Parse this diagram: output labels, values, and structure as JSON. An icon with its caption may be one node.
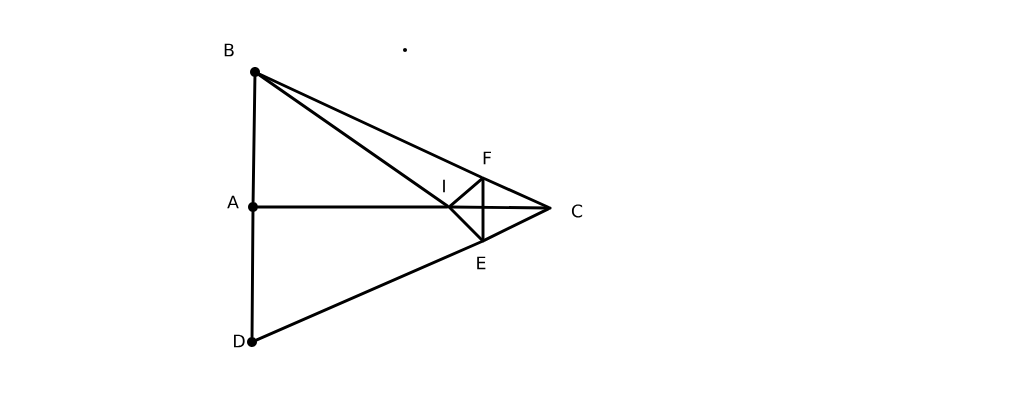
{
  "diagram": {
    "nodes": [
      {
        "text": [],
        "shape": "circle",
        "beside": [
          "B"
        ]
      },
      {
        "text": [],
        "shape": "circle",
        "beside": [
          "A"
        ]
      },
      {
        "text": [],
        "shape": "circle",
        "beside": [
          "D"
        ]
      },
      {
        "text": [],
        "shape": "point",
        "beside": [
          "C"
        ]
      },
      {
        "text": [],
        "shape": "point",
        "beside": [
          "F"
        ]
      },
      {
        "text": [],
        "shape": "point",
        "beside": [
          "E"
        ]
      },
      {
        "text": [],
        "shape": "point",
        "beside": [
          "I"
        ]
      }
    ],
    "edges": [
      {
        "from": 0,
        "to": 1,
        "arrow": "none"
      },
      {
        "from": 1,
        "to": 2,
        "arrow": "none"
      },
      {
        "from": 0,
        "to": 4,
        "arrow": "none"
      },
      {
        "from": 4,
        "to": 3,
        "arrow": "none"
      },
      {
        "from": 2,
        "to": 5,
        "arrow": "none"
      },
      {
        "from": 5,
        "to": 3,
        "arrow": "none"
      },
      {
        "from": 1,
        "to": 6,
        "arrow": "none"
      },
      {
        "from": 6,
        "to": 3,
        "arrow": "none"
      },
      {
        "from": 0,
        "to": 6,
        "arrow": "none"
      },
      {
        "from": 6,
        "to": 5,
        "arrow": "none"
      },
      {
        "from": 6,
        "to": 4,
        "arrow": "none"
      },
      {
        "from": 4,
        "to": 5,
        "arrow": "none"
      }
    ]
  }
}
